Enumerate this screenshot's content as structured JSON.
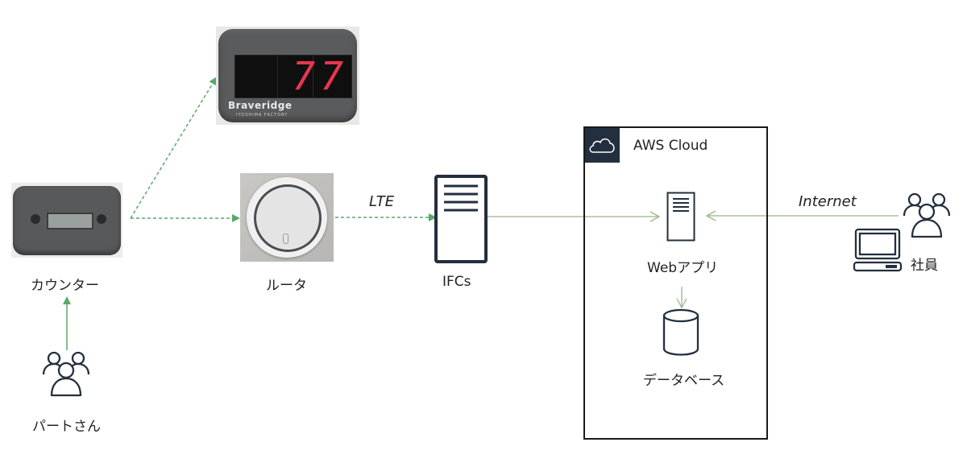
{
  "diagram": {
    "nodes": {
      "display": {
        "brand": "Braveridge",
        "brand_sub": "IYOSHIMA FACTORY",
        "digits": "77"
      },
      "counter": {
        "label": "カウンター"
      },
      "router": {
        "label": "ルータ"
      },
      "ifcs": {
        "label": "IFCs"
      },
      "aws": {
        "title": "AWS Cloud"
      },
      "webapp": {
        "label": "Webアプリ"
      },
      "database": {
        "label": "データベース"
      },
      "staff": {
        "label": "社員"
      },
      "part_timers": {
        "label": "パートさん"
      }
    },
    "edge_labels": {
      "lte": "LTE",
      "internet": "Internet"
    },
    "edges": [
      {
        "from": "part_timers",
        "to": "counter",
        "style": "solid",
        "color": "#5aa86a"
      },
      {
        "from": "counter",
        "to": "display",
        "style": "dashed",
        "color": "#5aa86a"
      },
      {
        "from": "counter",
        "to": "router",
        "style": "dashed",
        "color": "#5aa86a"
      },
      {
        "from": "router",
        "to": "ifcs",
        "style": "dashed",
        "color": "#5aa86a",
        "label": "LTE"
      },
      {
        "from": "ifcs",
        "to": "webapp",
        "style": "solid",
        "color": "#9bb58a"
      },
      {
        "from": "staff",
        "to": "webapp",
        "style": "solid",
        "color": "#9bb58a",
        "label": "Internet"
      },
      {
        "from": "webapp",
        "to": "database",
        "style": "solid",
        "color": "#9bb58a"
      }
    ],
    "colors": {
      "dashed_arrow": "#5aa86a",
      "solid_line": "#9bb58a",
      "aws_tab": "#232f3e",
      "icon_stroke": "#232f3e",
      "segment_digit": "#e8364e"
    }
  }
}
